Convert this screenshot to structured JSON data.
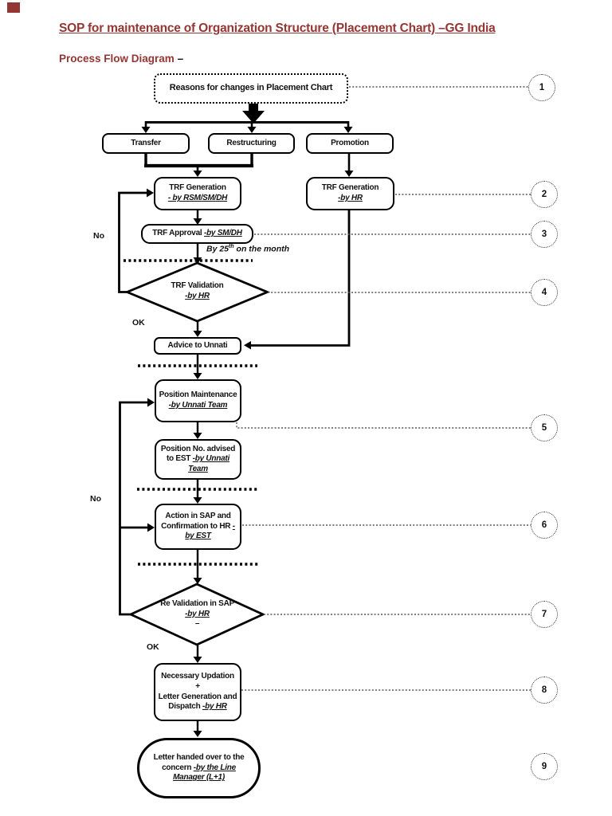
{
  "page": {
    "title": "SOP for maintenance of Organization Structure (Placement Chart) –GG India",
    "subtitle": "Process Flow Diagram",
    "subtitle_dash": "–"
  },
  "accent_color": "#943634",
  "nodes": {
    "reasons": {
      "text": "Reasons for changes in Placement Chart"
    },
    "transfer": {
      "text": "Transfer"
    },
    "restructuring": {
      "text": "Restructuring"
    },
    "promotion": {
      "text": "Promotion"
    },
    "trf_generation_field": {
      "text": "TRF Generation",
      "by": "- by RSM/SM/DH"
    },
    "trf_generation_hr": {
      "text": "TRF Generation",
      "by": "-by HR"
    },
    "trf_approval": {
      "text": "TRF Approval ",
      "by": "-by SM/DH"
    },
    "trf_validation": {
      "text": "TRF Validation",
      "by": "-by HR"
    },
    "advice_unnati": {
      "text": "Advice to Unnati"
    },
    "position_maintenance": {
      "text": "Position Maintenance ",
      "by": "-by Unnati Team"
    },
    "position_no_advised": {
      "text": "Position No. advised to EST ",
      "by": "-by Unnati Team"
    },
    "action_in_sap": {
      "text": "Action in SAP and Confirmation to HR ",
      "by": "-by EST"
    },
    "re_validation": {
      "text": "Re Validation in SAP ",
      "by": "-by HR",
      "dash": "–"
    },
    "necessary_updation": {
      "line1": "Necessary Updation",
      "line2": "+",
      "line3": "Letter Generation and Dispatch ",
      "by": "-by HR"
    },
    "letter_handover": {
      "text": "Letter handed over to the concern ",
      "by": "-by the Line Manager (L+1)"
    }
  },
  "labels": {
    "no_upper": "No",
    "ok_upper": "OK",
    "no_lower": "No",
    "ok_lower": "OK",
    "by25_pre": "By 25",
    "by25_sup": "th",
    "by25_post": " on the month"
  },
  "step_circles": [
    "1",
    "2",
    "3",
    "4",
    "5",
    "6",
    "7",
    "8",
    "9"
  ]
}
